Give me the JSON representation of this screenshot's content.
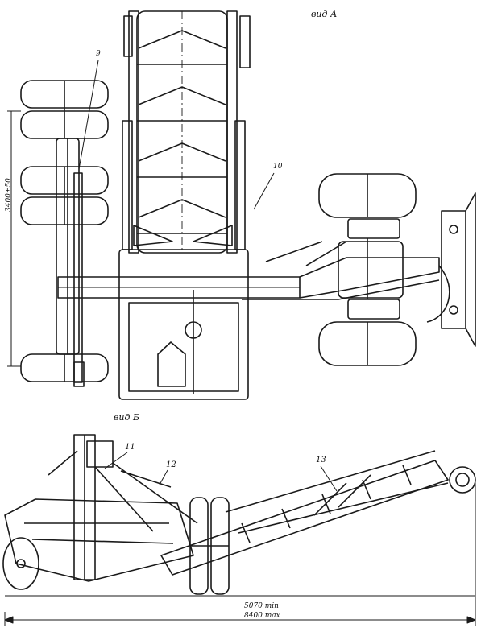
{
  "labels": {
    "view_a": "вид А",
    "view_b": "вид Б",
    "callout_9": "9",
    "callout_10": "10",
    "callout_11": "11",
    "callout_12": "12",
    "callout_13": "13",
    "dim_wheelbase": "3400±50",
    "dim_length_min": "5070 min",
    "dim_length_max": "8400 max"
  },
  "colors": {
    "ink": "#1a1a1a",
    "paper": "#ffffff"
  }
}
